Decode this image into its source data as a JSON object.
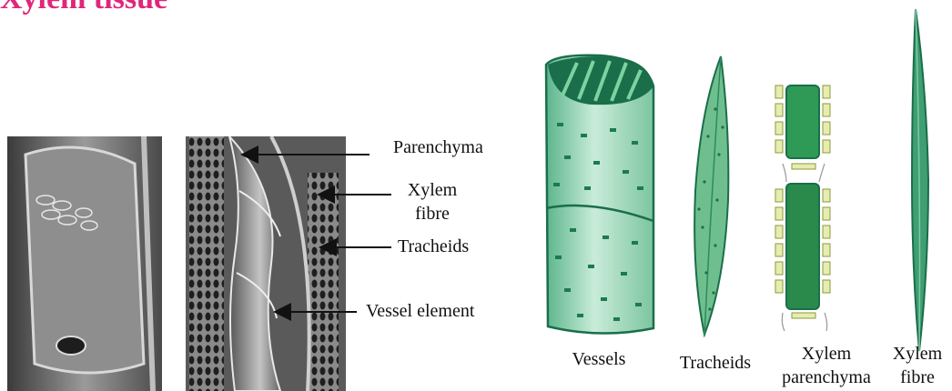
{
  "title": "Xylem tissue",
  "micrograph_labels": {
    "parenchyma": "Parenchyma",
    "xylem_fibre": [
      "Xylem",
      "fibre"
    ],
    "tracheids": "Tracheids",
    "vessel_element": "Vessel element"
  },
  "diagram_labels": {
    "vessels": "Vessels",
    "tracheids": "Tracheids",
    "xylem_parenchyma": [
      "Xylem",
      "parenchyma"
    ],
    "xylem_fibre": [
      "Xylem",
      "fibre"
    ]
  },
  "colors": {
    "title": "#e0267a",
    "vessel_fill": "#a8dcc2",
    "vessel_dark": "#1a6e4a",
    "tracheid_fill": "#6fbf8e",
    "parenchyma_cell": "#2f9a55",
    "parenchyma_wall": "#e8ecb0",
    "fibre_fill": "#3f9e72",
    "micrograph_bg": "#6d6d6d"
  }
}
